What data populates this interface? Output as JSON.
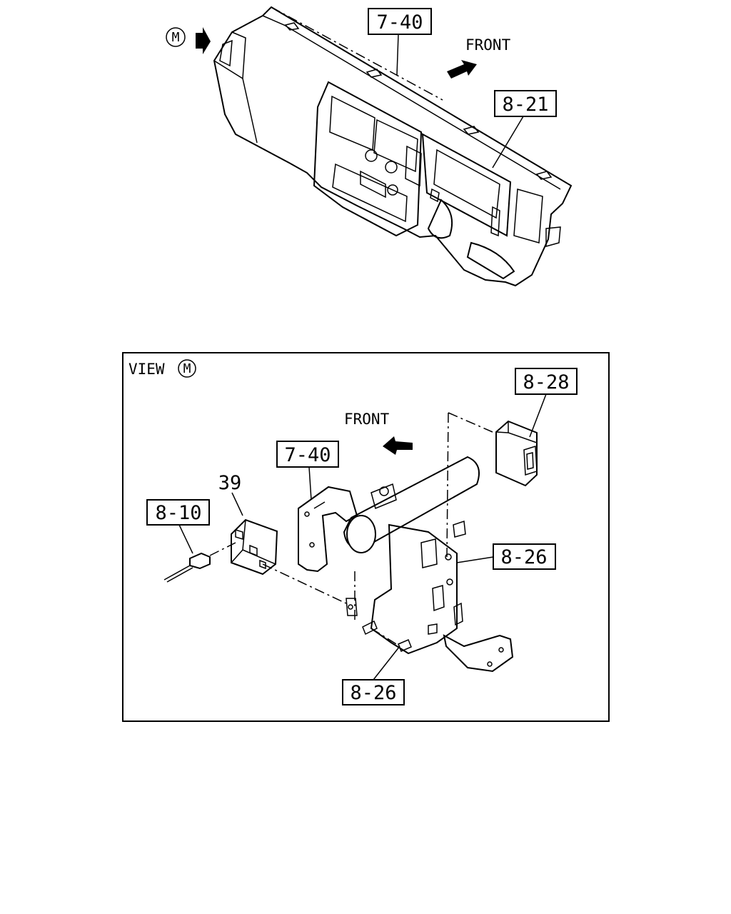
{
  "top": {
    "view_marker": "M",
    "front_label": "FRONT",
    "callouts": [
      "7-40",
      "8-21"
    ]
  },
  "view": {
    "title": "VIEW",
    "marker": "M",
    "front_label": "FRONT",
    "callouts": [
      "8-28",
      "7-40",
      "8-10",
      "8-26",
      "8-26"
    ],
    "part_number": "39"
  }
}
